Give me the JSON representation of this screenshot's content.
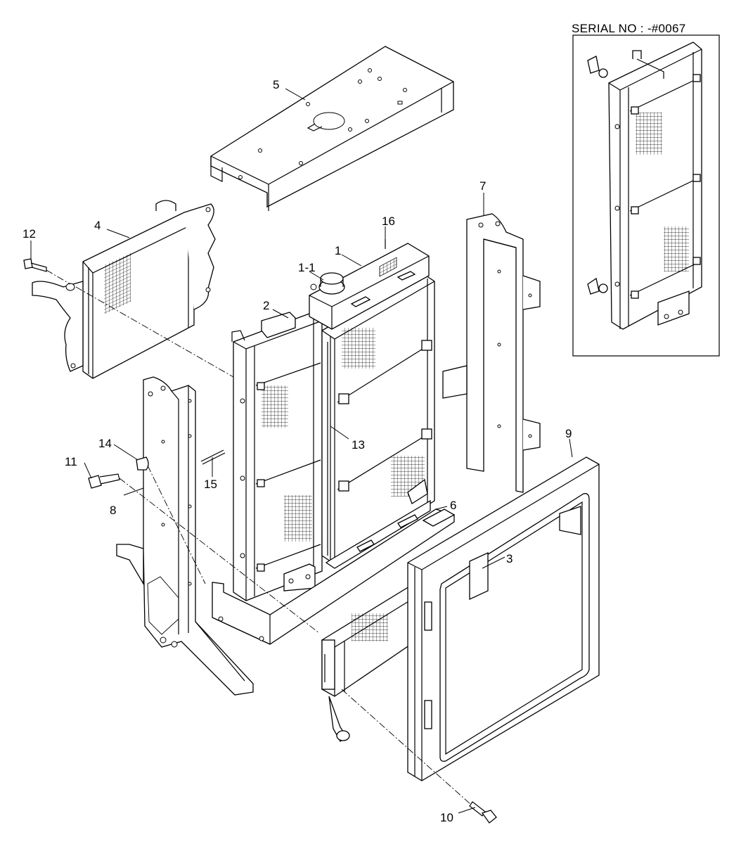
{
  "inset": {
    "serial_label": "SERIAL NO : -#0067"
  },
  "callouts": {
    "c1": "1",
    "c1_1": "1-1",
    "c2": "2",
    "c3": "3",
    "c4": "4",
    "c5": "5",
    "c6": "6",
    "c7": "7",
    "c8": "8",
    "c9": "9",
    "c10": "10",
    "c11": "11",
    "c12": "12",
    "c13": "13",
    "c14": "14",
    "c15": "15",
    "c16": "16"
  }
}
